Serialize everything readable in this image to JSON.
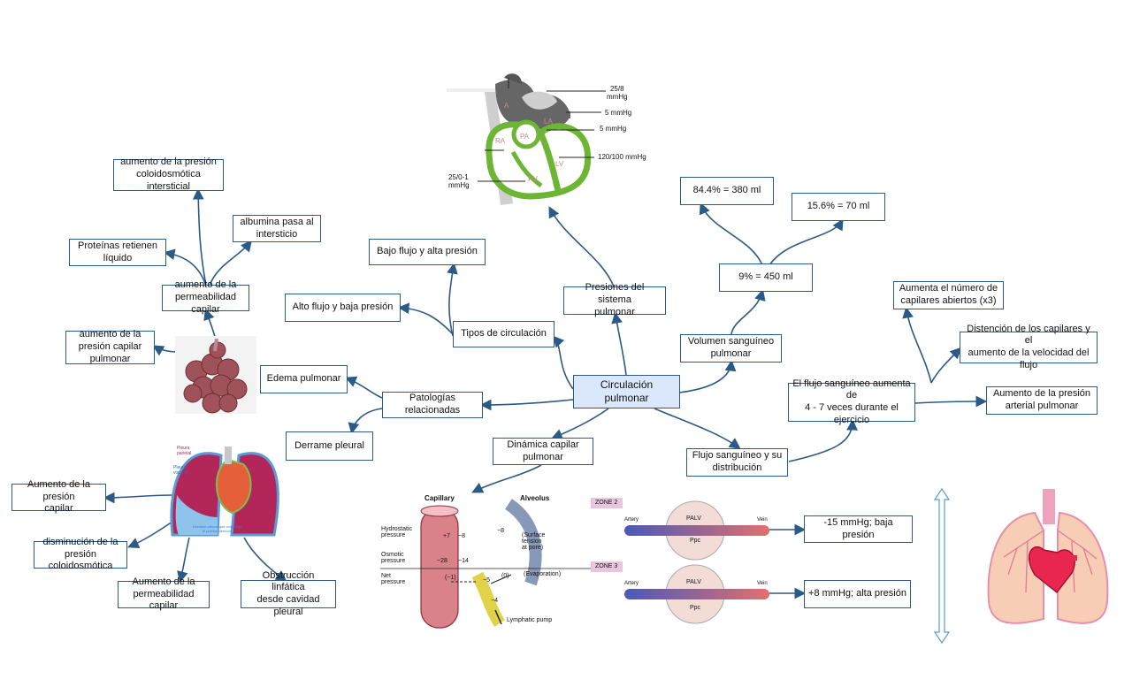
{
  "center": "Circulación pulmonar",
  "nodes": {
    "presiones": "Presiones del sistema\npulmonar",
    "tipos": "Tipos de circulación",
    "bajo_flujo": "Bajo flujo y alta presión",
    "alto_flujo": "Alto flujo y baja presión",
    "patologias": "Patologías relacionadas",
    "edema": "Edema pulmonar",
    "derrame": "Derrame pleural",
    "dinamica": "Dinámica capilar\npulmonar",
    "volumen": "Volumen sanguíneo\npulmonar",
    "vol_9": "9% = 450 ml",
    "vol_84": "84.4% = 380 ml",
    "vol_15": "15.6% = 70 ml",
    "flujo": "Flujo sanguíneo y su\ndistribución",
    "ejercicio": "El flujo sanguíneo aumenta de\n4 - 7 veces durante el ejercicio",
    "capilares_abiertos": "Aumenta el número de\ncapilares abiertos (x3)",
    "distension": "Distención de los capilares y el\naumento de la velocidad del flujo",
    "presion_arterial": "Aumento de la presión\narterial pulmonar",
    "permeabilidad": "aumento de la\npermeabilidad capilar",
    "coloidosmotica": "aumento de la presión\ncoloidosmótica intersticial",
    "albumina": "albumina pasa al\nintersticio",
    "proteinas": "Proteínas retienen\nlíquido",
    "presion_capilar_edema": "aumento de la\npresión capilar\npulmonar",
    "der_presion_capilar": "Aumento de la presión\ncapilar",
    "der_coloidosmotica": "disminución de la\npresión coloidosmótica",
    "der_permeabilidad": "Aumento de la\npermeabilidad capilar",
    "der_obstruccion": "Obstrucción linfática\ndesde cavidad pleural",
    "zone2_result": "-15 mmHg; baja presión",
    "zone3_result": "+8 mmHg; alta presión"
  },
  "heart": {
    "p_a": "25/8\nmmHg",
    "p_pa": "5 mmHg",
    "p_la": "5 mmHg",
    "p_lv": "120/100 mmHg",
    "p_rv": "25/0-1\nmmHg",
    "chambers": [
      "A",
      "PA",
      "LA",
      "RA",
      "LV",
      "RV"
    ]
  },
  "capillary": {
    "title_capillary": "Capillary",
    "title_alveolus": "Alveolus",
    "hydrostatic": "Hydrostatic\npressure",
    "osmotic": "Osmotic\npressure",
    "net": "Net\npressure",
    "v_plus7": "+7",
    "v_minus8a": "−8",
    "v_minus8b": "−8",
    "v_28": "−28",
    "v_14": "−14",
    "v_minus1": "(−1)",
    "v_0": "(0)",
    "v_5": "−5",
    "v_4": "−4",
    "surface": "(Surface\ntension\nat pore)",
    "evaporation": "(Evaporation)",
    "lymph": "Lymphatic pump"
  },
  "zones": {
    "zone2": "ZONE 2",
    "zone3": "ZONE 3",
    "artery": "Artery",
    "vein": "Vein",
    "palv": "PALV",
    "ppc": "Ppc"
  },
  "pleura": {
    "parietal": "Pleura\nparietal",
    "visceral": "Pleura\nvisceral",
    "derrame_caption": "Derrame pleural que comprime\nel pulmón derecho"
  }
}
